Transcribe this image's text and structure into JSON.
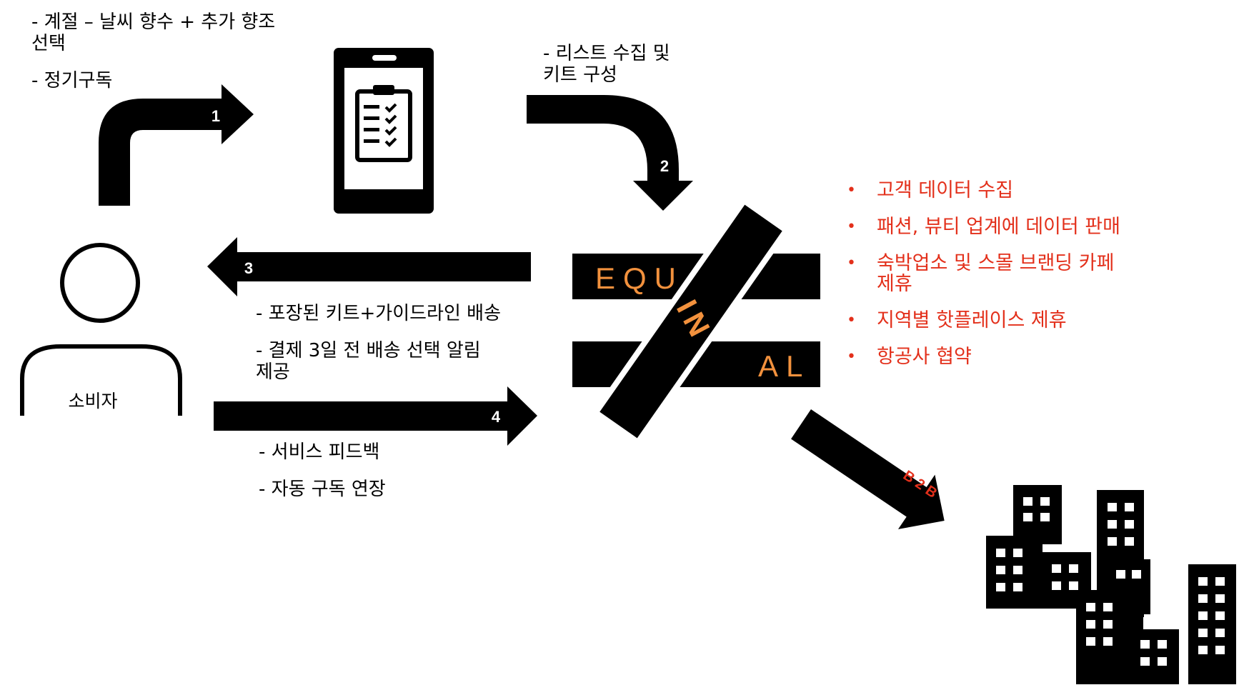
{
  "colors": {
    "ink": "#000000",
    "accent_orange": "#f2913d",
    "accent_red": "#e3301b",
    "paper": "#ffffff"
  },
  "icons": [
    "user-icon",
    "phone-checklist-icon",
    "buildings-icon"
  ],
  "top_left_text": {
    "line1": "- 계절 – 날씨 향수 + 추가 향조",
    "line2": "선택",
    "line3": "- 정기구독"
  },
  "top_right_text": {
    "line1": "-  리스트 수집 및",
    "line2": "키트 구성"
  },
  "mid_text": {
    "line1": "- 포장된 키트+가이드라인 배송",
    "line2": "- 결제 3일 전 배송 선택 알림",
    "line3": "제공"
  },
  "bottom_text": {
    "line1": "- 서비스 피드백",
    "line2": "- 자동 구독 연장"
  },
  "consumer_label": "소비자",
  "arrows": {
    "a1": "1",
    "a2": "2",
    "a3": "3",
    "a4": "4",
    "b2b": "B2B"
  },
  "logo": {
    "top": "EQU",
    "middle": "IN",
    "bottom": "AL"
  },
  "b2b_list": [
    {
      "line1": "고객 데이터 수집",
      "line2": ""
    },
    {
      "line1": "패션, 뷰티 업계에 데이터 판매",
      "line2": ""
    },
    {
      "line1": "숙박업소 및 스몰 브랜딩 카페",
      "line2": "제휴"
    },
    {
      "line1": "지역별 핫플레이스 제휴",
      "line2": ""
    },
    {
      "line1": "항공사 협약",
      "line2": ""
    }
  ],
  "bullet_char": "•"
}
